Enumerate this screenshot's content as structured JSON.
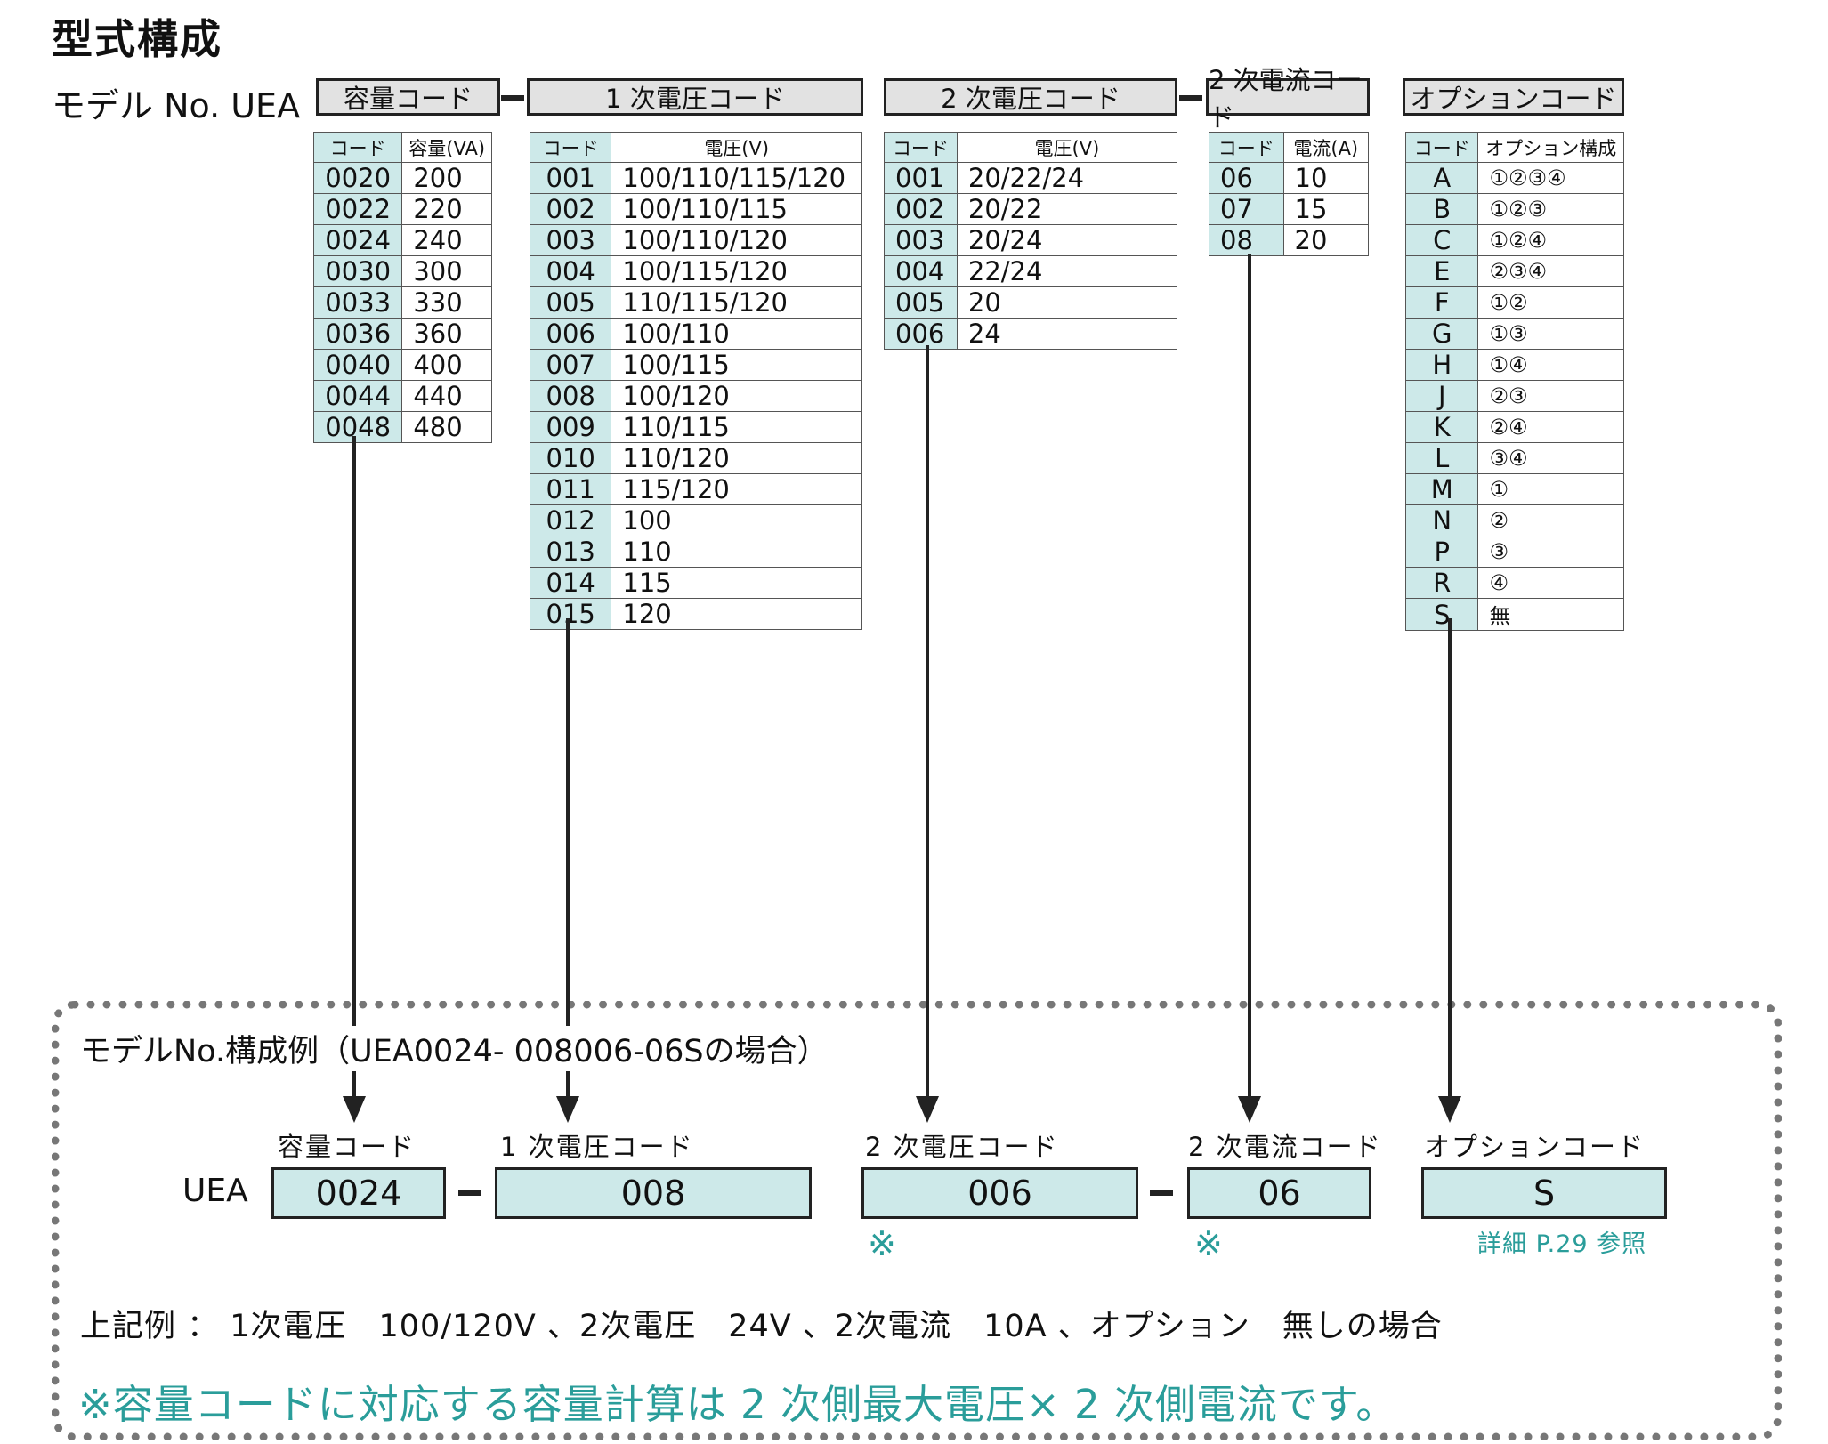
{
  "title": "型式構成",
  "model_label": "モデル No. UEA",
  "headers": {
    "capacity": "容量コード",
    "primary": "1 次電圧コード",
    "secondary_v": "2 次電圧コード",
    "secondary_a": "2 次電流コード",
    "option": "オプションコード"
  },
  "tables": {
    "capacity": {
      "col_code": "コード",
      "col_value": "容量(VA)",
      "rows": [
        [
          "0020",
          "200"
        ],
        [
          "0022",
          "220"
        ],
        [
          "0024",
          "240"
        ],
        [
          "0030",
          "300"
        ],
        [
          "0033",
          "330"
        ],
        [
          "0036",
          "360"
        ],
        [
          "0040",
          "400"
        ],
        [
          "0044",
          "440"
        ],
        [
          "0048",
          "480"
        ]
      ]
    },
    "primary": {
      "col_code": "コード",
      "col_value": "電圧(V)",
      "rows": [
        [
          "001",
          "100/110/115/120"
        ],
        [
          "002",
          "100/110/115"
        ],
        [
          "003",
          "100/110/120"
        ],
        [
          "004",
          "100/115/120"
        ],
        [
          "005",
          "110/115/120"
        ],
        [
          "006",
          "100/110"
        ],
        [
          "007",
          "100/115"
        ],
        [
          "008",
          "100/120"
        ],
        [
          "009",
          "110/115"
        ],
        [
          "010",
          "110/120"
        ],
        [
          "011",
          "115/120"
        ],
        [
          "012",
          "100"
        ],
        [
          "013",
          "110"
        ],
        [
          "014",
          "115"
        ],
        [
          "015",
          "120"
        ]
      ]
    },
    "secondary_v": {
      "col_code": "コード",
      "col_value": "電圧(V)",
      "rows": [
        [
          "001",
          "20/22/24"
        ],
        [
          "002",
          "20/22"
        ],
        [
          "003",
          "20/24"
        ],
        [
          "004",
          "22/24"
        ],
        [
          "005",
          "20"
        ],
        [
          "006",
          "24"
        ]
      ]
    },
    "secondary_a": {
      "col_code": "コード",
      "col_value": "電流(A)",
      "rows": [
        [
          "06",
          "10"
        ],
        [
          "07",
          "15"
        ],
        [
          "08",
          "20"
        ]
      ]
    },
    "option": {
      "col_code": "コード",
      "col_value": "オプション構成",
      "rows": [
        [
          "A",
          "①②③④"
        ],
        [
          "B",
          "①②③"
        ],
        [
          "C",
          "①②④"
        ],
        [
          "E",
          "②③④"
        ],
        [
          "F",
          "①②"
        ],
        [
          "G",
          "①③"
        ],
        [
          "H",
          "①④"
        ],
        [
          "J",
          "②③"
        ],
        [
          "K",
          "②④"
        ],
        [
          "L",
          "③④"
        ],
        [
          "M",
          "①"
        ],
        [
          "N",
          "②"
        ],
        [
          "P",
          "③"
        ],
        [
          "R",
          "④"
        ],
        [
          "S",
          "無"
        ]
      ]
    }
  },
  "example": {
    "title": "モデルNo.構成例（UEA0024- 008006-06Sの場合）",
    "prefix": "UEA",
    "labels": {
      "capacity": "容量コード",
      "primary": "1 次電圧コード",
      "secondary_v": "2 次電圧コード",
      "secondary_a": "2 次電流コード",
      "option": "オプションコード"
    },
    "values": {
      "capacity": "0024",
      "primary": "008",
      "secondary_v": "006",
      "secondary_a": "06",
      "option": "S"
    },
    "mark": "※",
    "detail_ref": "詳細 P.29 参照",
    "note_line": "上記例 ： 1次電圧　100/120V 、2次電圧　24V 、2次電流　10A 、オプション　無しの場合",
    "note_highlight": "※容量コードに対応する容量計算は 2 次側最大電圧× 2 次側電流です。"
  },
  "colors": {
    "code_cell_bg": "#cde9e9",
    "header_bg": "#e2e2e2",
    "accent_teal": "#2a9d9a"
  }
}
